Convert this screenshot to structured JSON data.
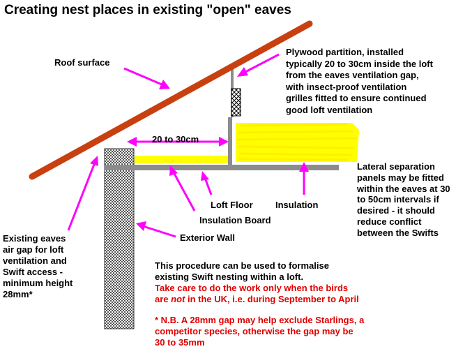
{
  "title": "Creating nest places in existing \"open\" eaves",
  "colors": {
    "roof": "#c84010",
    "arrow": "#ff00ff",
    "insulation_yellow": "#ffff00",
    "structure_grey": "#8c8c8c",
    "red_text": "#e00000"
  },
  "labels": {
    "roof_surface": "Roof surface",
    "plywood_lines": [
      "Plywood partition, installed",
      "typically 20 to 30cm inside the loft",
      "from the eaves ventilation gap,",
      "with insect-proof ventilation",
      "grilles fitted to ensure continued",
      "good loft ventilation"
    ],
    "gap_dimension": "20 to 30cm",
    "loft_floor": "Loft Floor",
    "insulation": "Insulation",
    "insulation_board": "Insulation Board",
    "exterior_wall": "Exterior Wall",
    "air_gap_lines": [
      "Existing eaves",
      "air gap for loft",
      "ventilation and",
      "Swift access -",
      "minimum height",
      "28mm*"
    ],
    "lateral_lines": [
      "Lateral separation",
      "panels may be fitted",
      "within the eaves at 30",
      "to 50cm intervals if",
      "desired - it should",
      "reduce conflict",
      "between the Swifts"
    ]
  },
  "notes": {
    "procedure_lines": [
      "This procedure can be used to formalise",
      "existing Swift nesting within a loft."
    ],
    "care_line1": "Take care to do the work only when the birds",
    "care_line2_pre": "are ",
    "care_line2_em": "not",
    "care_line2_post": " in the UK, i.e. during September to April",
    "nb_lines": [
      "* N.B. A 28mm gap may help exclude Starlings, a",
      "competitor species, otherwise the gap may be",
      "30 to 35mm"
    ]
  }
}
